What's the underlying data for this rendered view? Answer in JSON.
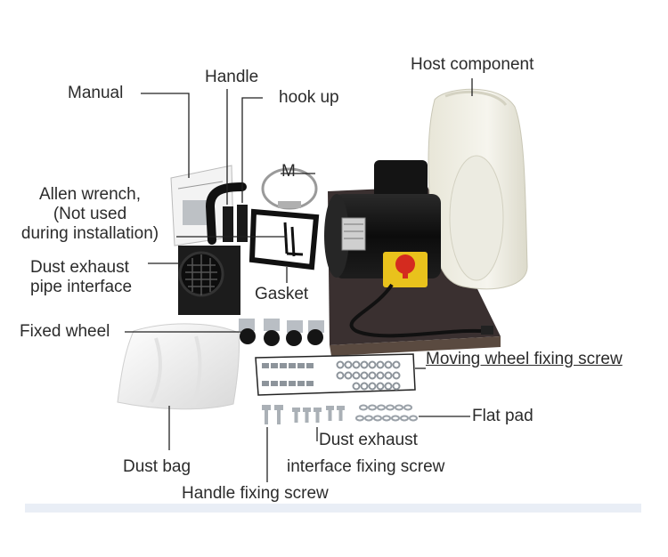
{
  "labels": {
    "manual": "Manual",
    "handle": "Handle",
    "hook_up": "hook up",
    "host_component": "Host component",
    "m": "M",
    "allen_line1": "Allen wrench,",
    "allen_line2": "(Not used",
    "allen_line3": "during installation)",
    "dust_pipe_line1": "Dust exhaust",
    "dust_pipe_line2": "pipe interface",
    "gasket": "Gasket",
    "fixed_wheel": "Fixed wheel",
    "moving_wheel_screw": "Moving wheel fixing screw",
    "flat_pad": "Flat pad",
    "dust_bag": "Dust bag",
    "dust_screw_line1": "Dust exhaust",
    "dust_screw_line2": "interface fixing screw",
    "handle_screw": "Handle fixing screw"
  },
  "colors": {
    "text": "#2b2b2b",
    "leader": "#222222",
    "host_body": "#f1f0e6",
    "motor": "#111111",
    "switch_yellow": "#e9c21c",
    "switch_red": "#d42b1f",
    "metal": "#b9bec4"
  }
}
